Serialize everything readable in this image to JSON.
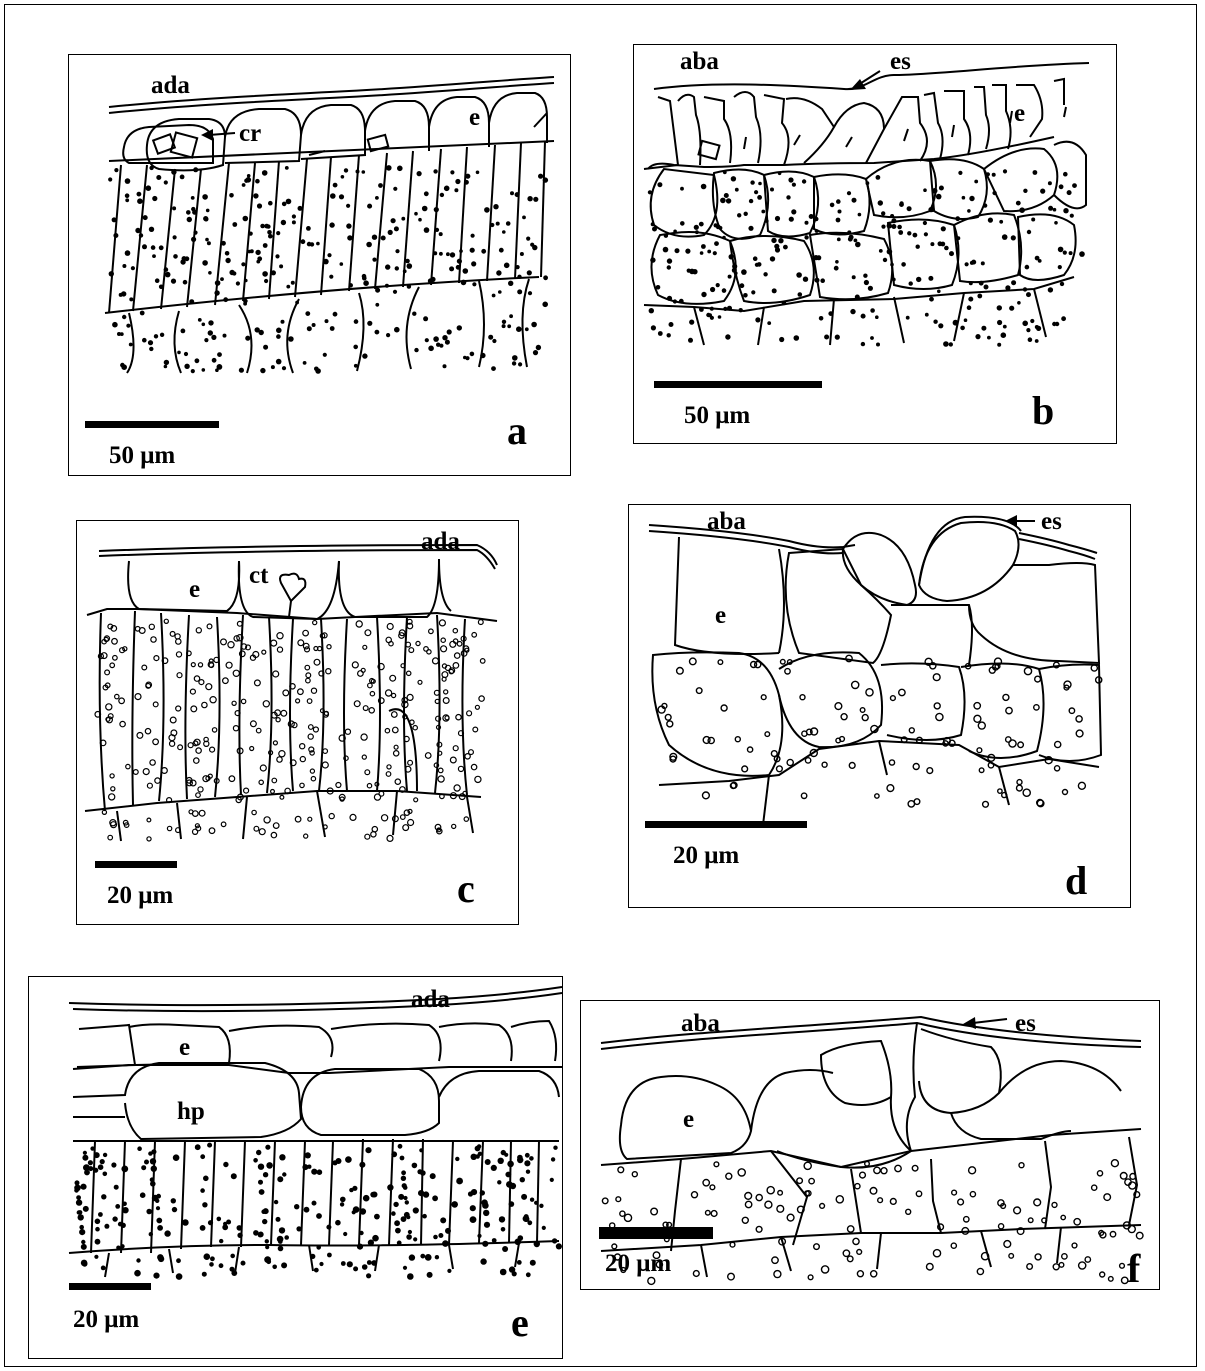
{
  "figure": {
    "panels": [
      {
        "letter": "a",
        "scale": "50 μm",
        "labels": {
          "surface": "ada",
          "crystal": "cr",
          "epidermis": "e"
        }
      },
      {
        "letter": "b",
        "scale": "50 μm",
        "labels": {
          "surface": "aba",
          "stomata": "es",
          "epidermis": "e"
        }
      },
      {
        "letter": "c",
        "scale": "20 μm",
        "labels": {
          "surface": "ada",
          "cell_type": "ct",
          "epidermis": "e"
        }
      },
      {
        "letter": "d",
        "scale": "20 μm",
        "labels": {
          "surface": "aba",
          "stomata": "es",
          "epidermis": "e"
        }
      },
      {
        "letter": "e",
        "scale": "20 μm",
        "labels": {
          "surface": "ada",
          "epidermis": "e",
          "hypodermis": "hp"
        }
      },
      {
        "letter": "f",
        "scale": "20 μm",
        "labels": {
          "surface": "aba",
          "stomata": "es",
          "epidermis": "e"
        }
      }
    ]
  }
}
